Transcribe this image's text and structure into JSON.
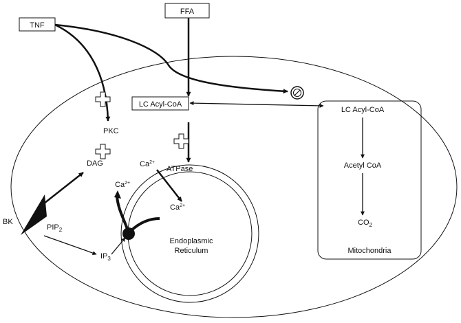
{
  "labels": {
    "tnf": "TNF",
    "ffa": "FFA",
    "lc_acyl_coa_cytosol": "LC Acyl-CoA",
    "pkc": "PKC",
    "dag": "DAG",
    "bk": "BK",
    "pip": "PIP",
    "pip_sub": "2",
    "ip": "IP",
    "ip_sub": "3",
    "ca": "Ca",
    "ca_sup": "2+",
    "atpase": "ATPase",
    "er_line1": "Endoplasmic",
    "er_line2": "Reticulum",
    "lc_acyl_coa_mito": "LC Acyl-CoA",
    "acetyl_coa": "Acetyl CoA",
    "co": "CO",
    "co_sub": "2",
    "mitochondria": "Mitochondria"
  },
  "colors": {
    "stroke": "#111111",
    "background": "#ffffff"
  },
  "icons": [
    "plus-icon",
    "inhibition-icon",
    "receptor-triangle-icon",
    "channel-icon"
  ]
}
